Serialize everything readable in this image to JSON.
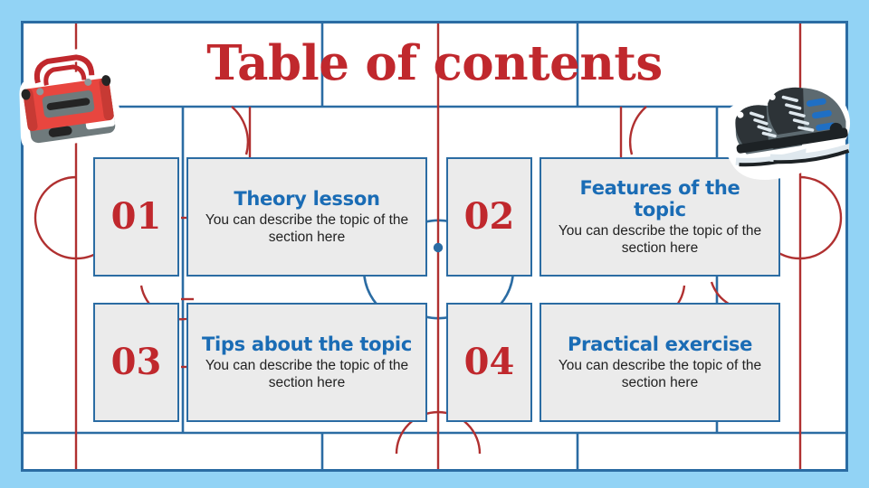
{
  "slide": {
    "title": "Table of contents",
    "background_color": "#92d3f5",
    "panel_color": "#ffffff",
    "accent_red": "#c0282d",
    "accent_blue": "#2b6ca3",
    "heading_blue": "#1a6cb5",
    "card_fill": "#ebebeb"
  },
  "sections": [
    {
      "number": "01",
      "heading": "Theory lesson",
      "body": "You can describe the topic of the section here"
    },
    {
      "number": "02",
      "heading": "Features of the topic",
      "body": "You can describe the topic of the section here"
    },
    {
      "number": "03",
      "heading": "Tips about the topic",
      "body": "You can describe the topic of the section here"
    },
    {
      "number": "04",
      "heading": "Practical exercise",
      "body": "You can describe the topic of the section here"
    }
  ],
  "decorations": [
    {
      "name": "sports-bag-sticker",
      "label": "Red sports duffel bag"
    },
    {
      "name": "ice-skates-sticker",
      "label": "Pair of ice skates"
    }
  ],
  "court": {
    "name": "ice-hockey-rink-diagram",
    "line_red": "#b03030",
    "line_blue": "#2b6ca3",
    "center_dot_color": "#2b6ca3"
  }
}
